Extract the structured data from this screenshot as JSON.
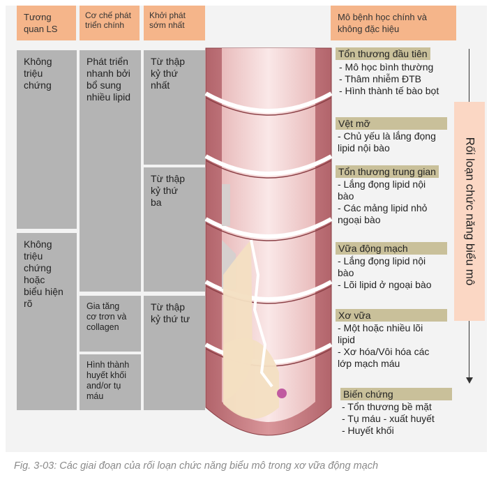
{
  "headers": {
    "clinical": "Tương\nquan  LS",
    "mechanism": "Cơ chế phát\ntriển chính",
    "onset": "Khởi phát\nsớm nhất",
    "histology": "Mô bệnh học chính và\nkhông đặc hiệu"
  },
  "clinical_cells": [
    "Không\ntriệu\nchứng",
    "Không\ntriệu\nchứng\nhoặc\nbiểu hiện\nrõ"
  ],
  "mechanism_cells": [
    "Phát triển\nnhanh bởi\nbổ  sung\nnhiều lipid",
    "Gia tăng\ncơ trơn và\ncollagen",
    "Hình thành\nhuyết khối\nand/or tụ\nmáu"
  ],
  "onset_cells": [
    "Từ thập\nkỷ thứ\nnhất",
    "Từ thập\nkỷ thứ\nba",
    "Từ thập\nkỷ thứ tư"
  ],
  "stages": [
    {
      "title": "Tổn thương đầu tiên",
      "items": [
        "- Mô học bình thường",
        "- Thâm nhiễm ĐTB",
        "- Hình thành tế bào bọt"
      ]
    },
    {
      "title": "Vệt mỡ",
      "items": [
        " - Chủ yếu là lắng đọng\nlipid nội bào"
      ]
    },
    {
      "title": "Tổn thương trung gian",
      "items": [
        "- Lắng đọng lipid nội\nbào",
        "- Các mảng lipid nhỏ\nngoại bào"
      ]
    },
    {
      "title": "Vữa động mạch",
      "items": [
        "- Lắng đọng lipid nội\nbào",
        "- Lõi lipid ở ngoại bào"
      ]
    },
    {
      "title": "Xơ vữa",
      "items": [
        "- Một hoặc nhiều lõi\nlipid",
        "- Xơ hóa/Vôi hóa các\nlớp mạch máu"
      ]
    },
    {
      "title": "Biến chứng",
      "items": [
        "- Tổn thương bề mặt",
        "- Tụ máu - xuất huyết",
        "- Huyết khối"
      ]
    }
  ],
  "side_banner": "Rối loạn chức năng biểu mô",
  "caption": "Fig. 3-03: Các giai đoạn của rối loạn chức năng biểu mô trong xơ vữa động mạch",
  "colors": {
    "header_bg": "#f5b58a",
    "cell_bg": "#b4b4b4",
    "stage_title_bg": "#c9c09a",
    "banner_bg": "#fbd7c4",
    "vessel_wall": "#c77b80",
    "vessel_lumen": "#f2d4d4",
    "lipid": "#f3dfc2"
  }
}
